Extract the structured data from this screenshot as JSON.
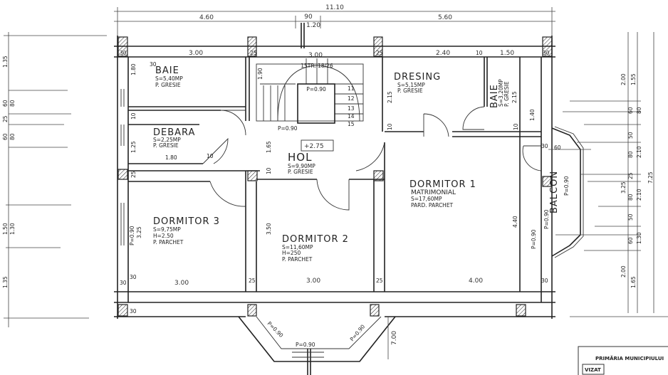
{
  "plan": {
    "rooms": {
      "baie": {
        "name": "BAIE",
        "area": "S=5,40MP",
        "floor": "P. GRESIE"
      },
      "debara": {
        "name": "DEBARA",
        "area": "S=2,25MP",
        "floor": "P. GRESIE"
      },
      "hol": {
        "name": "HOL",
        "area": "S=9,90MP",
        "floor": "P. GRESIE",
        "level": "+2.75"
      },
      "dresing": {
        "name": "DRESING",
        "area": "S=5,15MP",
        "floor": "P. GRESIE"
      },
      "baie2": {
        "name": "BAIE",
        "area": "S=3,20MP",
        "floor": "P. GRESIE"
      },
      "dormitor1": {
        "name": "DORMITOR 1",
        "subtitle": "MATRIMONIAL",
        "area": "S=17,60MP",
        "floor": "PARD. PARCHET"
      },
      "dormitor2": {
        "name": "DORMITOR 2",
        "area": "S=11,60MP",
        "height": "H=250",
        "floor": "P. PARCHET"
      },
      "dormitor3": {
        "name": "DORMITOR 3",
        "area": "S=9,75MP",
        "height": "H=2.50",
        "floor": "P. PARCHET"
      },
      "balcon": {
        "name": "BALCON",
        "parapet": "P=0.90"
      }
    },
    "stairs": {
      "label": "15TR. 18/26",
      "width": "3.00",
      "steps": [
        "11",
        "12",
        "13",
        "14",
        "15"
      ],
      "parapet": "P=0.90"
    },
    "dimensions": {
      "top": {
        "total": "11.10",
        "left": "4.60",
        "mid": "90",
        "mid2": "1.20",
        "right": "5.60"
      },
      "top_inner": [
        "30",
        "3.00",
        "25",
        "25",
        "2.40",
        "10",
        "1.50",
        "30"
      ],
      "bottom_inner": [
        "30",
        "3.00",
        "25",
        "3.00",
        "25",
        "4.00",
        "30"
      ],
      "left_outer": [
        "1.35",
        "60",
        "80",
        "25",
        "60",
        "80",
        "1.50",
        "1.30",
        "1.35"
      ],
      "left_inner": [
        "30",
        "1.80",
        "10",
        "1.25",
        "25",
        "3.25",
        "30",
        "30"
      ],
      "interior": [
        "1.80",
        "10",
        "1.90",
        "1.65",
        "10",
        "3.50",
        "2.15",
        "2.15",
        "10",
        "10",
        "4.40",
        "60",
        "1.40",
        "7.00",
        "30"
      ],
      "right_outer": [
        "2.00",
        "1.55",
        "60",
        "80",
        "50",
        "80",
        "2.10",
        "25",
        "3.25",
        "80",
        "2.10",
        "50",
        "60",
        "1.30",
        "7.25",
        "2.00",
        "1.65"
      ],
      "parapets": [
        "P=0.90",
        "P=0.90",
        "P=0.90",
        "P=0.90",
        "P=0.90",
        "P=0.90",
        "P=0.90"
      ]
    },
    "stamp": {
      "line1": "PRIMĂRIA MUNICIPIULUI",
      "line2": "VIZAT"
    }
  }
}
